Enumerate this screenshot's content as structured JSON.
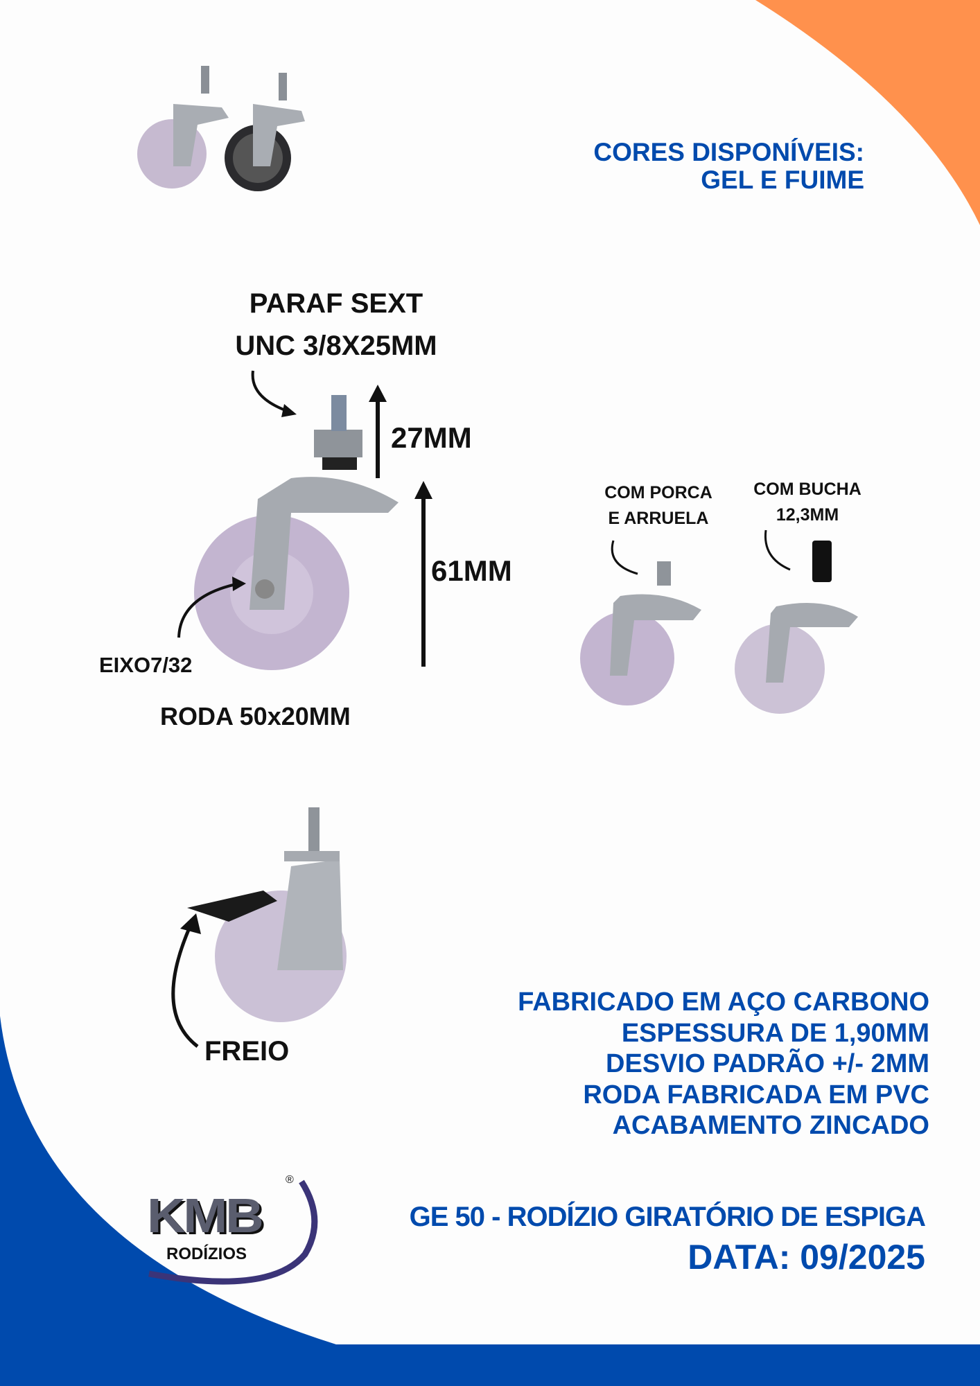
{
  "colors": {
    "accent_blue": "#004aad",
    "accent_orange": "#ff914d",
    "logo_purple": "#3b3478"
  },
  "colors_available": {
    "line1": "CORES DISPONÍVEIS:",
    "line2": "GEL E FUIME"
  },
  "dimensions": {
    "screw_line1": "PARAF SEXT",
    "screw_line2": "UNC 3/8X25MM",
    "stem_height": "27MM",
    "body_height": "61MM",
    "axle": "EIXO7/32",
    "wheel": "RODA 50x20MM"
  },
  "variants": {
    "nut_line1": "COM PORCA",
    "nut_line2": "E ARRUELA",
    "bushing_line1": "COM BUCHA",
    "bushing_line2": "12,3MM"
  },
  "brake_label": "FREIO",
  "specs": [
    "FABRICADO EM AÇO  CARBONO",
    "ESPESSURA DE 1,90MM",
    "DESVIO PADRÃO +/- 2MM",
    "RODA FABRICADA EM PVC",
    "ACABAMENTO ZINCADO"
  ],
  "logo": {
    "brand": "KMB",
    "sub": "RODÍZIOS",
    "reg": "®"
  },
  "product_title": "GE 50 - RODÍZIO GIRATÓRIO DE ESPIGA",
  "date": "DATA: 09/2025"
}
